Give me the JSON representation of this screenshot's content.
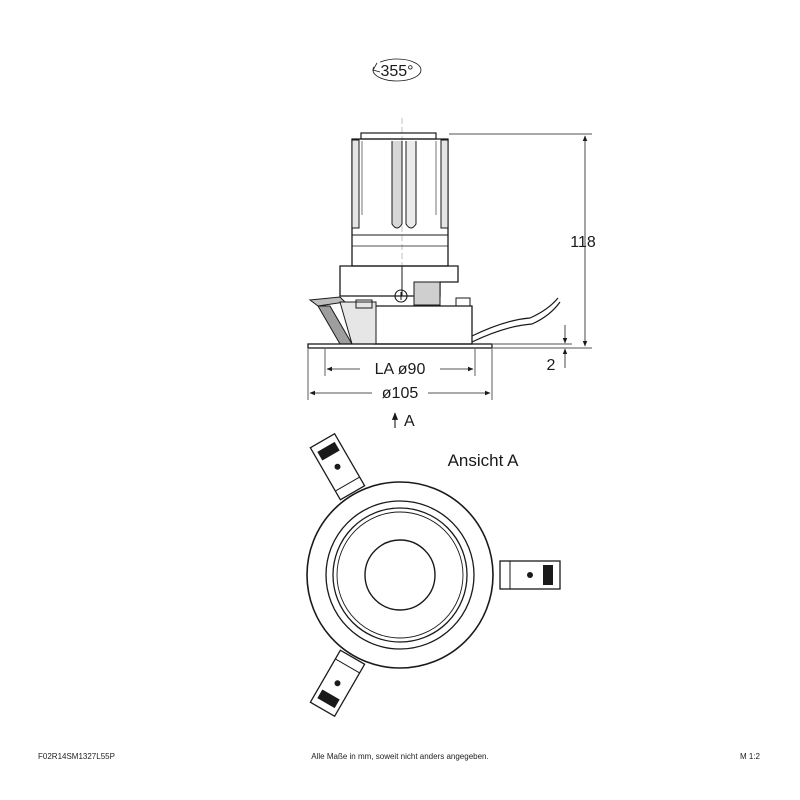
{
  "rotation_label": "355°",
  "dimensions": {
    "height": "118",
    "flange": "2",
    "cutout": "LA ø90",
    "diameter": "ø105"
  },
  "view_marker": "A",
  "view_title": "Ansicht A",
  "footer": {
    "code": "F02R14SM1327L55P",
    "note": "Alle Maße in mm, soweit nicht anders angegeben.",
    "scale": "M 1:2"
  }
}
